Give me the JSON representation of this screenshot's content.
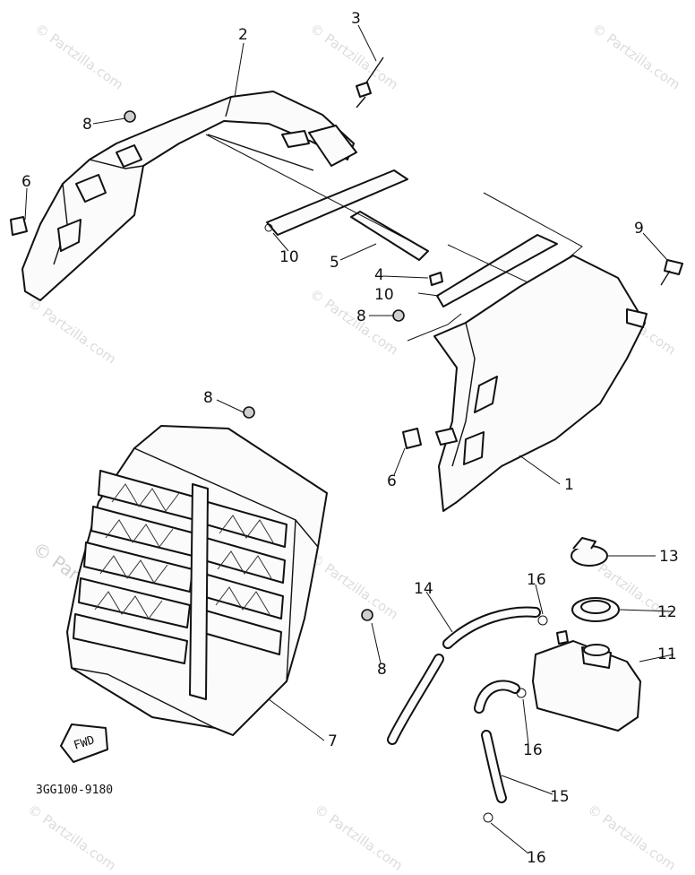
{
  "diagram": {
    "drawing_code": "3GG100-9180",
    "watermark": "© Partzilla.com",
    "fwd_label": "FWD",
    "callouts": [
      {
        "id": "c1",
        "label": "1"
      },
      {
        "id": "c2",
        "label": "2"
      },
      {
        "id": "c3",
        "label": "3"
      },
      {
        "id": "c4",
        "label": "4"
      },
      {
        "id": "c5",
        "label": "5"
      },
      {
        "id": "c6a",
        "label": "6"
      },
      {
        "id": "c6b",
        "label": "6"
      },
      {
        "id": "c7",
        "label": "7"
      },
      {
        "id": "c8a",
        "label": "8"
      },
      {
        "id": "c8b",
        "label": "8"
      },
      {
        "id": "c8c",
        "label": "8"
      },
      {
        "id": "c8d",
        "label": "8"
      },
      {
        "id": "c9",
        "label": "9"
      },
      {
        "id": "c10a",
        "label": "10"
      },
      {
        "id": "c10b",
        "label": "10"
      },
      {
        "id": "c11",
        "label": "11"
      },
      {
        "id": "c12",
        "label": "12"
      },
      {
        "id": "c13",
        "label": "13"
      },
      {
        "id": "c14",
        "label": "14"
      },
      {
        "id": "c15",
        "label": "15"
      },
      {
        "id": "c16a",
        "label": "16"
      },
      {
        "id": "c16b",
        "label": "16"
      },
      {
        "id": "c16c",
        "label": "16"
      }
    ]
  }
}
